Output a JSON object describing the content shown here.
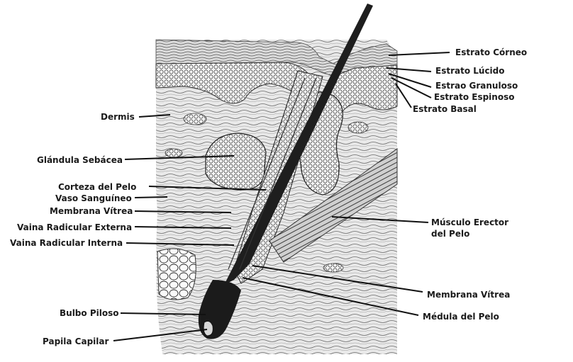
{
  "labels": {
    "estrato_corneo": "Estrato Córneo",
    "estrato_lucido": "Estrato Lúcido",
    "estrato_granuloso": "Estrao Granuloso",
    "estrato_espinoso": "Estrato Espinoso",
    "estrato_basal": "Estrato Basal",
    "dermis": "Dermis",
    "glandula_sebacea": "Glándula Sebácea",
    "corteza_pelo": "Corteza del Pelo",
    "vaso_sanguineo": "Vaso Sanguíneo",
    "membrana_vitrea_left": "Membrana Vítrea",
    "vaina_externa": "Vaina Radicular Externa",
    "vaina_interna": "Vaina Radicular Interna",
    "musculo_erector_1": "Músculo Erector",
    "musculo_erector_2": "del Pelo",
    "membrana_vitrea_right": "Membrana Vítrea",
    "medula_pelo": "Médula del Pelo",
    "bulbo_piloso": "Bulbo Piloso",
    "papila_capilar": "Papila Capilar"
  }
}
